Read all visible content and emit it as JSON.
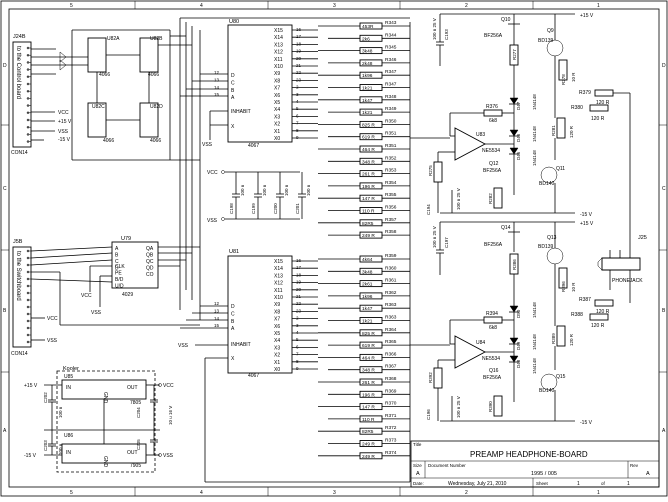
{
  "frame": {
    "top_cols": [
      "5",
      "4",
      "3",
      "2",
      "1"
    ],
    "side_rows": [
      "D",
      "C",
      "B",
      "A"
    ]
  },
  "title_block": {
    "title_label": "Title",
    "title": "PREAMP HEADPHONE-BOARD",
    "size_label": "Size",
    "size": "A",
    "docnum_label": "Document Number",
    "docnum": "1995 / 005",
    "rev_label": "Rev",
    "rev": "A",
    "date_label": "Date:",
    "date": "Wednesday, July 21, 2010",
    "sheet_label": "Sheet",
    "sheet_num": "1",
    "sheet_of": "of",
    "sheet_total": "1"
  },
  "connectors": {
    "j24b": {
      "ref": "J24B",
      "part": "CON14",
      "label": "to the Control board"
    },
    "j5b": {
      "ref": "J5B",
      "part": "CON14",
      "label": "to the Switchboard"
    },
    "j25": {
      "ref": "J25",
      "part": "PHONEJACK"
    }
  },
  "chips": {
    "u80": {
      "ref": "U80",
      "part": "4067",
      "inhabit": "INHABIT",
      "x": "X"
    },
    "u81": {
      "ref": "U81",
      "part": "4067",
      "inhabit": "INHABIT",
      "x": "X"
    },
    "u79": {
      "ref": "U79",
      "part": "4029"
    },
    "u82a": "U82A",
    "u82b": "U82B",
    "u82c": "U82C",
    "u82d": "U82D",
    "u82_part": "4066",
    "u83": {
      "ref": "U83",
      "part": "NE5534"
    },
    "u84": {
      "ref": "U84",
      "part": "NE5534"
    },
    "u85": {
      "ref": "U85",
      "part": "7805"
    },
    "u86": {
      "ref": "U86",
      "part": "7905"
    }
  },
  "mux_pins": [
    "X15",
    "X14",
    "X13",
    "X12",
    "X11",
    "X10",
    "X9",
    "X8",
    "X7",
    "X6",
    "X5",
    "X4",
    "X3",
    "X2",
    "X1",
    "X0"
  ],
  "mux_pin_nums": [
    "16",
    "17",
    "18",
    "19",
    "20",
    "21",
    "22",
    "23",
    "2",
    "3",
    "4",
    "5",
    "6",
    "7",
    "8",
    "9"
  ],
  "mux_ctrl_pins": [
    "D",
    "C",
    "B",
    "A"
  ],
  "mux_ctrl_nums": [
    "12",
    "13",
    "14",
    "15"
  ],
  "counter_left": [
    "A",
    "B",
    "C",
    "D"
  ],
  "counter_left2": [
    "CLK",
    "PE",
    "B/D",
    "U/D"
  ],
  "counter_right": [
    "QA",
    "QB",
    "QC",
    "QD",
    "CO"
  ],
  "resistors_u80": [
    {
      "ref": "R343",
      "val": "453R"
    },
    {
      "ref": "R344",
      "val": "2k6"
    },
    {
      "ref": "R345",
      "val": "3k48"
    },
    {
      "ref": "R346",
      "val": "2k48"
    },
    {
      "ref": "R347",
      "val": "1k96"
    },
    {
      "ref": "R347",
      "val": "1k21"
    },
    {
      "ref": "R348",
      "val": "1k47"
    },
    {
      "ref": "R349",
      "val": "1k21"
    },
    {
      "ref": "R350",
      "val": "825 R"
    },
    {
      "ref": "R351",
      "val": "619 R"
    },
    {
      "ref": "R351",
      "val": "464 R"
    },
    {
      "ref": "R352",
      "val": "348 R"
    },
    {
      "ref": "R353",
      "val": "261 R"
    },
    {
      "ref": "R354",
      "val": "196 R"
    },
    {
      "ref": "R355",
      "val": "147 R"
    },
    {
      "ref": "R356",
      "val": "110 R"
    },
    {
      "ref": "R357",
      "val": "82R5"
    },
    {
      "ref": "R358",
      "val": "249 R"
    }
  ],
  "resistors_u81": [
    {
      "ref": "R359",
      "val": "4k64"
    },
    {
      "ref": "R360",
      "val": "3k48"
    },
    {
      "ref": "R361",
      "val": "2k61"
    },
    {
      "ref": "R362",
      "val": "1k96"
    },
    {
      "ref": "R363",
      "val": "1k47"
    },
    {
      "ref": "R363",
      "val": "1k21"
    },
    {
      "ref": "R364",
      "val": "825 R"
    },
    {
      "ref": "R365",
      "val": "619 R"
    },
    {
      "ref": "R366",
      "val": "464 R"
    },
    {
      "ref": "R367",
      "val": "348 R"
    },
    {
      "ref": "R368",
      "val": "261 R"
    },
    {
      "ref": "R369",
      "val": "196 R"
    },
    {
      "ref": "R370",
      "val": "147 R"
    },
    {
      "ref": "R371",
      "val": "110 R"
    },
    {
      "ref": "R372",
      "val": "82R5"
    },
    {
      "ref": "R373",
      "val": "249 R"
    },
    {
      "ref": "R374",
      "val": "249 R"
    }
  ],
  "decoupling": {
    "vcc": "VCC",
    "vss": "VSS",
    "caps": [
      {
        "ref": "C198",
        "val": "100 n"
      },
      {
        "ref": "C199",
        "val": "100 n"
      },
      {
        "ref": "C200",
        "val": "100 n"
      },
      {
        "ref": "C201",
        "val": "100 n"
      }
    ]
  },
  "upper_amp": {
    "q10": "Q10",
    "q10_part": "BF256A",
    "q9": "Q9",
    "q9_part": "BD139",
    "q11": "Q11",
    "q11_part": "BD140",
    "q12": "Q12",
    "q12_part": "BF256A",
    "r277": "R277",
    "r278": "R278",
    "r278_val": "10 R",
    "r379": "R379",
    "r380": "R380",
    "r380_val": "120 R",
    "r281": "R281",
    "r281_val": "120 R",
    "r376": "R376",
    "r376_val": "6k8",
    "r275": "R275",
    "r282": "R282",
    "c193": "C193",
    "c193_val": "100 n 25 V",
    "c194": "C194",
    "c194_val": "100 n 25 V",
    "d47": "D47",
    "d46": "D46",
    "d45": "D45",
    "diode": "1N4148",
    "plus": "+15 V",
    "minus": "-15 V"
  },
  "lower_amp": {
    "q14": "Q14",
    "q14_part": "BF256A",
    "q13": "Q13",
    "q13_part": "BD139",
    "q15": "Q15",
    "q15_part": "BD140",
    "q16": "Q16",
    "q16_part": "BF256A",
    "r386": "R386",
    "r396": "R396",
    "r396_val": "10 R",
    "r387": "R387",
    "r388": "R388",
    "r388_val": "120 R",
    "r389": "R389",
    "r389_val": "120 R",
    "r394": "R394",
    "r394_val": "6k8",
    "r392": "R392",
    "r390": "R390",
    "c197": "C197",
    "c197_val": "100 n 25 V",
    "c196": "C196",
    "c196_val": "100 n 25 V",
    "d50": "D50",
    "d49": "D49",
    "d48": "D48",
    "diode": "1N4148",
    "plus": "+15 V",
    "minus": "-15 V"
  },
  "power": {
    "cooler": "Kooler",
    "in": "IN",
    "out": "OUT",
    "gnd": "GND",
    "p15": "+15 V",
    "m15": "-15 V",
    "vcc": "VCC",
    "vss": "VSS",
    "c202": "C202",
    "c203": "C203",
    "c204": "C204",
    "c205": "C205",
    "cap_small": "100 n",
    "cap_big": "10 u 16 V"
  },
  "net_labels": {
    "vcc": "VCC",
    "vss": "VSS",
    "p15v": "+15 V",
    "m15v": "-15 V"
  }
}
